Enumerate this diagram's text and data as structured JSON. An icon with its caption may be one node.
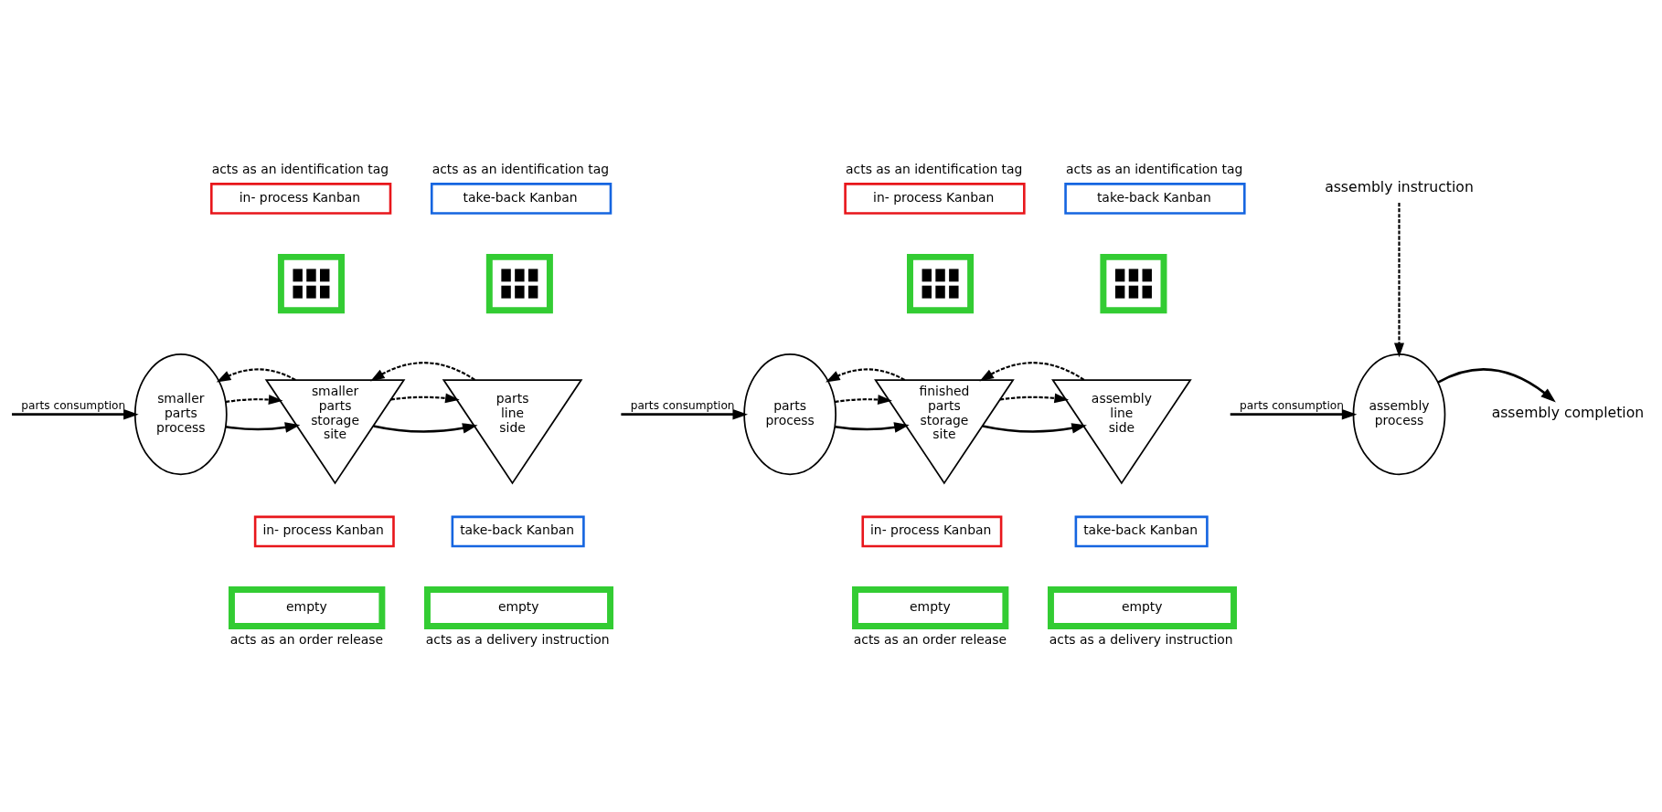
{
  "diagram": {
    "nodes": [
      {
        "text": [
          "in- process Kanban"
        ],
        "beside": [
          "acts as an identification tag"
        ]
      },
      {
        "text": [
          "take-back Kanban"
        ],
        "beside": [
          "acts as an identification tag"
        ]
      },
      {
        "text": [
          "in- process Kanban"
        ],
        "beside": [
          "acts as an identification tag"
        ]
      },
      {
        "text": [
          "take-back Kanban"
        ],
        "beside": [
          "acts as an identification tag"
        ]
      },
      {
        "text": [
          "assembly instruction"
        ]
      },
      {
        "text": [],
        "shape": "box"
      },
      {
        "text": [],
        "shape": "box"
      },
      {
        "text": [],
        "shape": "box"
      },
      {
        "text": [],
        "shape": "box"
      },
      {
        "text": [
          "smaller parts process"
        ]
      },
      {
        "text": [
          "smaller parts storage site"
        ]
      },
      {
        "text": [
          "parts line side"
        ]
      },
      {
        "text": [
          "parts process"
        ]
      },
      {
        "text": [
          "finished parts storage site"
        ]
      },
      {
        "text": [
          "assembly line side"
        ]
      },
      {
        "text": [
          "assembly process"
        ]
      },
      {
        "text": [
          "assembly completion"
        ]
      },
      {
        "text": [
          "in- process Kanban"
        ]
      },
      {
        "text": [
          "take-back Kanban"
        ]
      },
      {
        "text": [
          "in- process Kanban"
        ]
      },
      {
        "text": [
          "take-back Kanban"
        ]
      },
      {
        "text": [
          "empty"
        ],
        "beside": [
          "acts as an order release"
        ]
      },
      {
        "text": [
          "empty"
        ],
        "beside": [
          "acts as a delivery instruction"
        ]
      },
      {
        "text": [
          "empty"
        ],
        "beside": [
          "acts as an order release"
        ]
      },
      {
        "text": [
          "empty"
        ],
        "beside": [
          "acts as a delivery instruction"
        ]
      }
    ],
    "edges": [
      {
        "from": null,
        "to": 9,
        "arrow": "to",
        "label": "parts consumption"
      },
      {
        "from": 9,
        "to": 10,
        "arrow": "to"
      },
      {
        "from": 9,
        "to": 10,
        "arrow": "to",
        "style": "dashed"
      },
      {
        "from": 10,
        "to": 11,
        "arrow": "to"
      },
      {
        "from": 10,
        "to": 11,
        "arrow": "to",
        "style": "dashed"
      },
      {
        "from": null,
        "to": 12,
        "arrow": "to",
        "label": "parts consumption"
      },
      {
        "from": 12,
        "to": 13,
        "arrow": "to"
      },
      {
        "from": 12,
        "to": 13,
        "arrow": "to",
        "style": "dashed"
      },
      {
        "from": 13,
        "to": 14,
        "arrow": "to"
      },
      {
        "from": 13,
        "to": 14,
        "arrow": "to",
        "style": "dashed"
      },
      {
        "from": null,
        "to": 15,
        "arrow": "to",
        "label": "parts consumption"
      },
      {
        "from": 15,
        "to": 16,
        "arrow": "to"
      },
      {
        "from": 4,
        "to": 15,
        "arrow": "to",
        "style": "dashed"
      },
      {
        "from": 10,
        "to": 9,
        "arrow": "to",
        "style": "dashed"
      },
      {
        "from": 11,
        "to": 10,
        "arrow": "to",
        "style": "dashed"
      },
      {
        "from": 13,
        "to": 12,
        "arrow": "to",
        "style": "dashed"
      },
      {
        "from": 14,
        "to": 13,
        "arrow": "to",
        "style": "dashed"
      }
    ]
  }
}
